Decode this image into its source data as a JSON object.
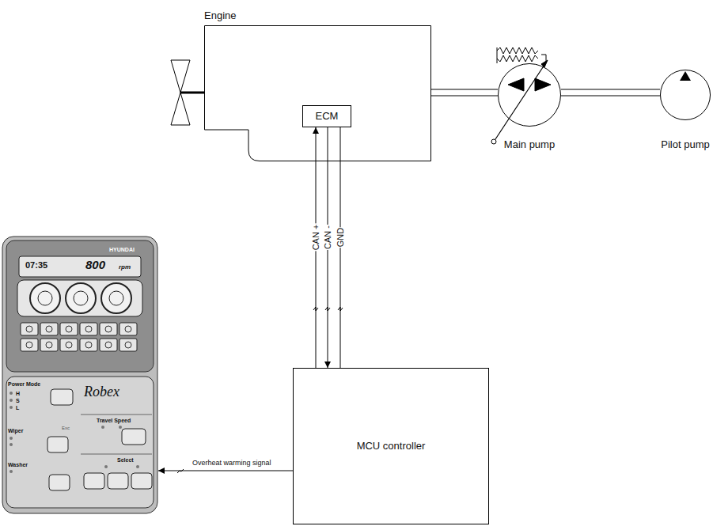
{
  "diagram": {
    "nodes": [
      {
        "text": [
          "Engine"
        ]
      },
      {
        "text": [
          "ECM"
        ],
        "in": 0
      },
      {
        "text": [
          "Main pump"
        ]
      },
      {
        "text": [
          "Pilot pump"
        ]
      },
      {
        "text": [
          "MCU controller"
        ]
      },
      {
        "text": [
          "HYUNDAI",
          "07:35",
          "800",
          "rpm",
          "Power Mode",
          "H",
          "S",
          "L",
          "Robex",
          "Travel Speed",
          "Wiper",
          "Exc",
          "Washer",
          "Select"
        ]
      }
    ],
    "edges": [
      {
        "from": 0,
        "to": 2,
        "arrow": "none"
      },
      {
        "from": 2,
        "to": 3,
        "arrow": "none"
      },
      {
        "from": 4,
        "to": 1,
        "label": "CAN +",
        "arrow": "to"
      },
      {
        "from": 1,
        "to": 4,
        "label": "CAN -",
        "arrow": "to"
      },
      {
        "from": 1,
        "to": 4,
        "label": "GND",
        "arrow": "none"
      },
      {
        "from": 4,
        "to": 5,
        "label": "Overheat warming signal",
        "arrow": "to"
      }
    ]
  }
}
